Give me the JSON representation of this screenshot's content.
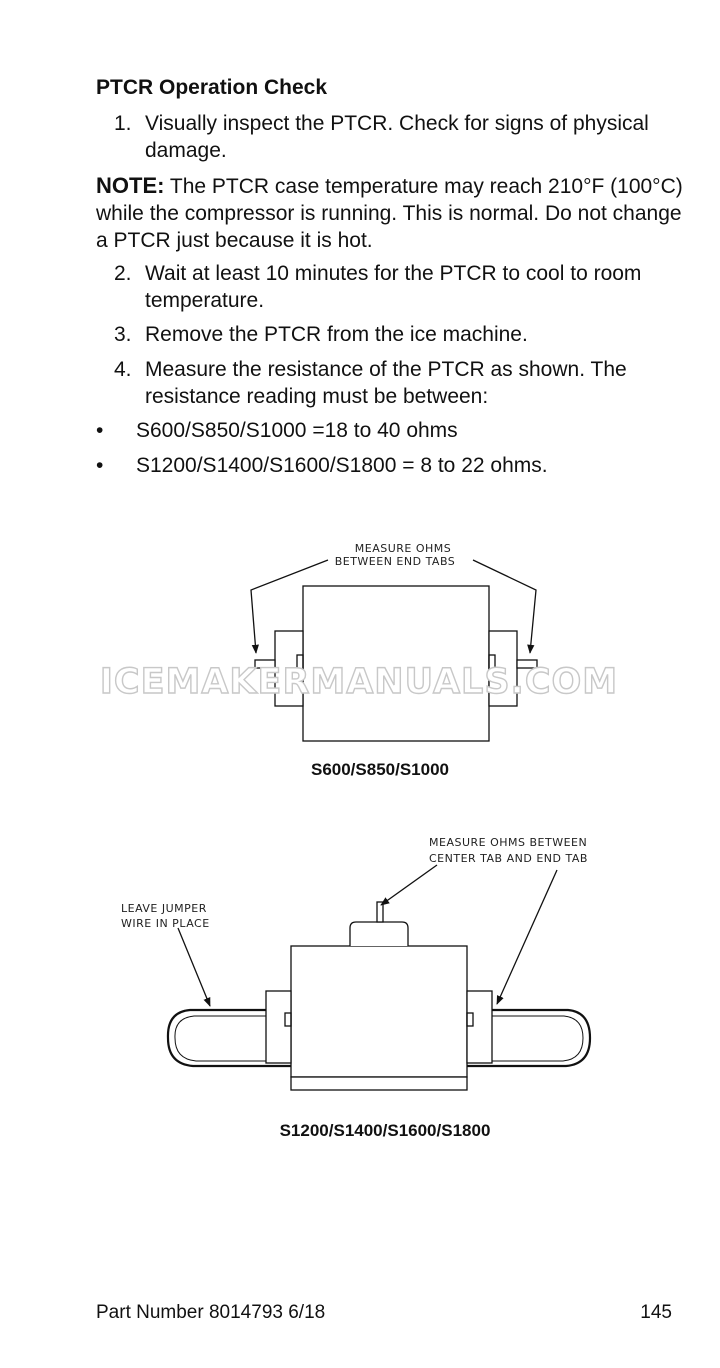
{
  "heading": "PTCR Operation Check",
  "steps": [
    {
      "num": "1.",
      "text": "Visually inspect the PTCR. Check for signs of physical damage."
    },
    {
      "num": "2.",
      "text": "Wait at least 10 minutes for the PTCR to cool to room temperature."
    },
    {
      "num": "3.",
      "text": "Remove the PTCR from the ice machine."
    },
    {
      "num": "4.",
      "text": "Measure the resistance of the PTCR as shown. The resistance reading must be between:"
    }
  ],
  "note": {
    "label": "NOTE:",
    "text": " The PTCR case temperature may reach 210°F (100°C) while the compressor is running. This is normal. Do not change a PTCR just because it is hot."
  },
  "bullets": [
    {
      "dot": "•",
      "text": "S600/S850/S1000 =18 to 40 ohms"
    },
    {
      "dot": "•",
      "text": "S1200/S1400/S1600/S1800 = 8 to 22 ohms."
    }
  ],
  "figure1": {
    "callout_line1": "MEASURE OHMS",
    "callout_line2": "BETWEEN END TABS",
    "caption": "S600/S850/S1000"
  },
  "figure2": {
    "callout_right_line1": "MEASURE OHMS BETWEEN",
    "callout_right_line2": "CENTER TAB AND END TAB",
    "callout_left_line1": "LEAVE JUMPER",
    "callout_left_line2": "WIRE IN PLACE",
    "caption": "S1200/S1400/S1600/S1800"
  },
  "watermark": "ICEMAKERMANUALS.COM",
  "footer": {
    "part_number": "Part Number 8014793 6/18",
    "page_number": "145"
  }
}
